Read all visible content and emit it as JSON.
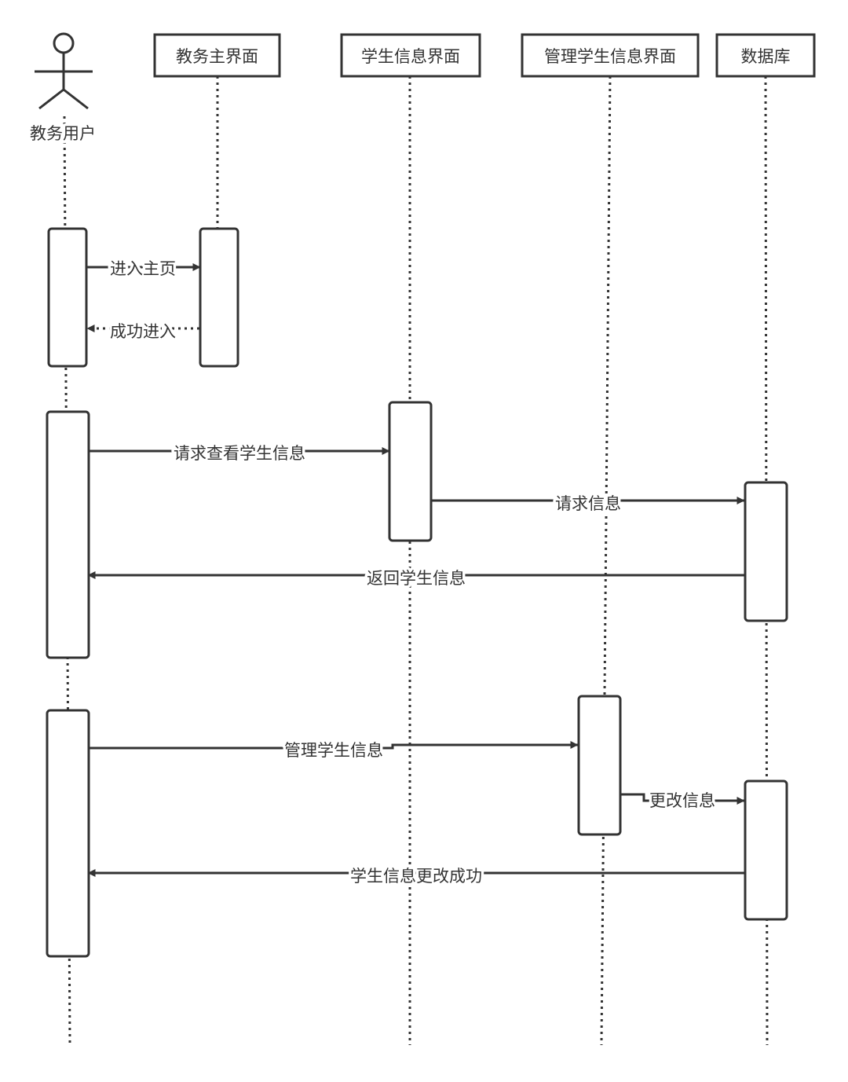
{
  "actor": {
    "label": "教务用户"
  },
  "participants": [
    {
      "id": "main-ui",
      "label": "教务主界面"
    },
    {
      "id": "student-info-ui",
      "label": "学生信息界面"
    },
    {
      "id": "manage-student-ui",
      "label": "管理学生信息界面"
    },
    {
      "id": "database",
      "label": "数据库"
    }
  ],
  "messages": [
    {
      "id": "enter-home",
      "label": "进入主页",
      "style": "solid"
    },
    {
      "id": "enter-success",
      "label": "成功进入",
      "style": "dashed"
    },
    {
      "id": "request-view",
      "label": "请求查看学生信息",
      "style": "solid"
    },
    {
      "id": "request-info",
      "label": "请求信息",
      "style": "solid"
    },
    {
      "id": "return-info",
      "label": "返回学生信息",
      "style": "solid"
    },
    {
      "id": "manage-info",
      "label": "管理学生信息",
      "style": "solid"
    },
    {
      "id": "change-info",
      "label": "更改信息",
      "style": "solid"
    },
    {
      "id": "change-success",
      "label": "学生信息更改成功",
      "style": "solid"
    }
  ],
  "colors": {
    "stroke": "#333333",
    "background": "#ffffff"
  }
}
